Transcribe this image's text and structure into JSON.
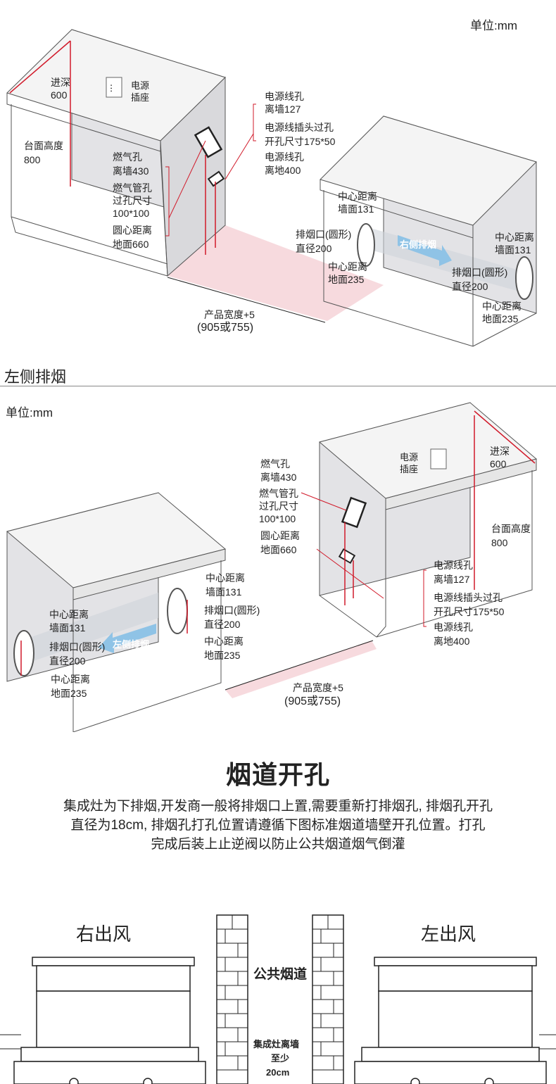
{
  "colors": {
    "accent_red": "#d11a2a",
    "cabinet_fill": "#e3e3e6",
    "floor_pink": "#f6d6da",
    "flow_blue": "#8fc3e6"
  },
  "top_section": {
    "unit": "单位:mm",
    "depth": [
      "进深",
      "600"
    ],
    "socket": [
      "电源",
      "插座"
    ],
    "counter_height": [
      "台面高度",
      "800"
    ],
    "gas_hole": [
      "燃气孔",
      "离墙430"
    ],
    "gas_pipe_hole": [
      "燃气管孔",
      "过孔尺寸",
      "100*100"
    ],
    "center_height": [
      "圆心距离",
      "地面660"
    ],
    "power_hole_wall": [
      "电源线孔",
      "离墙127"
    ],
    "power_plug_hole": [
      "电源线插头过孔",
      "开孔尺寸175*50"
    ],
    "power_hole_floor": [
      "电源线孔",
      "离地400"
    ],
    "product_width": [
      "产品宽度+5",
      "(905或755)"
    ],
    "exhaust_center_wall": [
      "中心距离",
      "墙面131"
    ],
    "exhaust_port": [
      "排烟口(圆形)",
      "直径200"
    ],
    "exhaust_center_floor": [
      "中心距离",
      "地面235"
    ],
    "flow_label": "右侧排烟"
  },
  "middle_section": {
    "title": "左侧排烟",
    "unit": "单位:mm",
    "socket": [
      "电源",
      "插座"
    ],
    "depth": [
      "进深",
      "600"
    ],
    "gas_hole": [
      "燃气孔",
      "离墙430"
    ],
    "gas_pipe_hole": [
      "燃气管孔",
      "过孔尺寸",
      "100*100"
    ],
    "center_height": [
      "圆心距离",
      "地面660"
    ],
    "counter_height": [
      "台面高度",
      "800"
    ],
    "power_hole_wall": [
      "电源线孔",
      "离墙127"
    ],
    "power_plug_hole": [
      "电源线插头过孔",
      "开孔尺寸175*50"
    ],
    "power_hole_floor": [
      "电源线孔",
      "离地400"
    ],
    "exhaust_center_wall": [
      "中心距离",
      "墙面131"
    ],
    "exhaust_port": [
      "排烟口(圆形)",
      "直径200"
    ],
    "exhaust_center_floor": [
      "中心距离",
      "地面235"
    ],
    "left_exhaust_center_wall": [
      "中心距离",
      "墙面131"
    ],
    "left_exhaust_port": [
      "排烟口(圆形)",
      "直径200"
    ],
    "left_exhaust_center_floor": [
      "中心距离",
      "地面235"
    ],
    "product_width": [
      "产品宽度+5",
      "(905或755)"
    ],
    "flow_label": "左侧排烟"
  },
  "flue_section": {
    "heading": "烟道开孔",
    "paragraph": [
      "集成灶为下排烟,开发商一般将排烟口上置,需要重新打排烟孔, 排烟孔开孔",
      "直径为18cm, 排烟孔打孔位置请遵循下图标准烟道墙壁开孔位置。打孔",
      "完成后装上止逆阀以防止公共烟道烟气倒灌"
    ]
  },
  "bottom_section": {
    "right_outlet": "右出风",
    "left_outlet": "左出风",
    "public_flue": "公共烟道",
    "distance": [
      "集成灶离墙",
      "至少",
      "20cm"
    ]
  }
}
